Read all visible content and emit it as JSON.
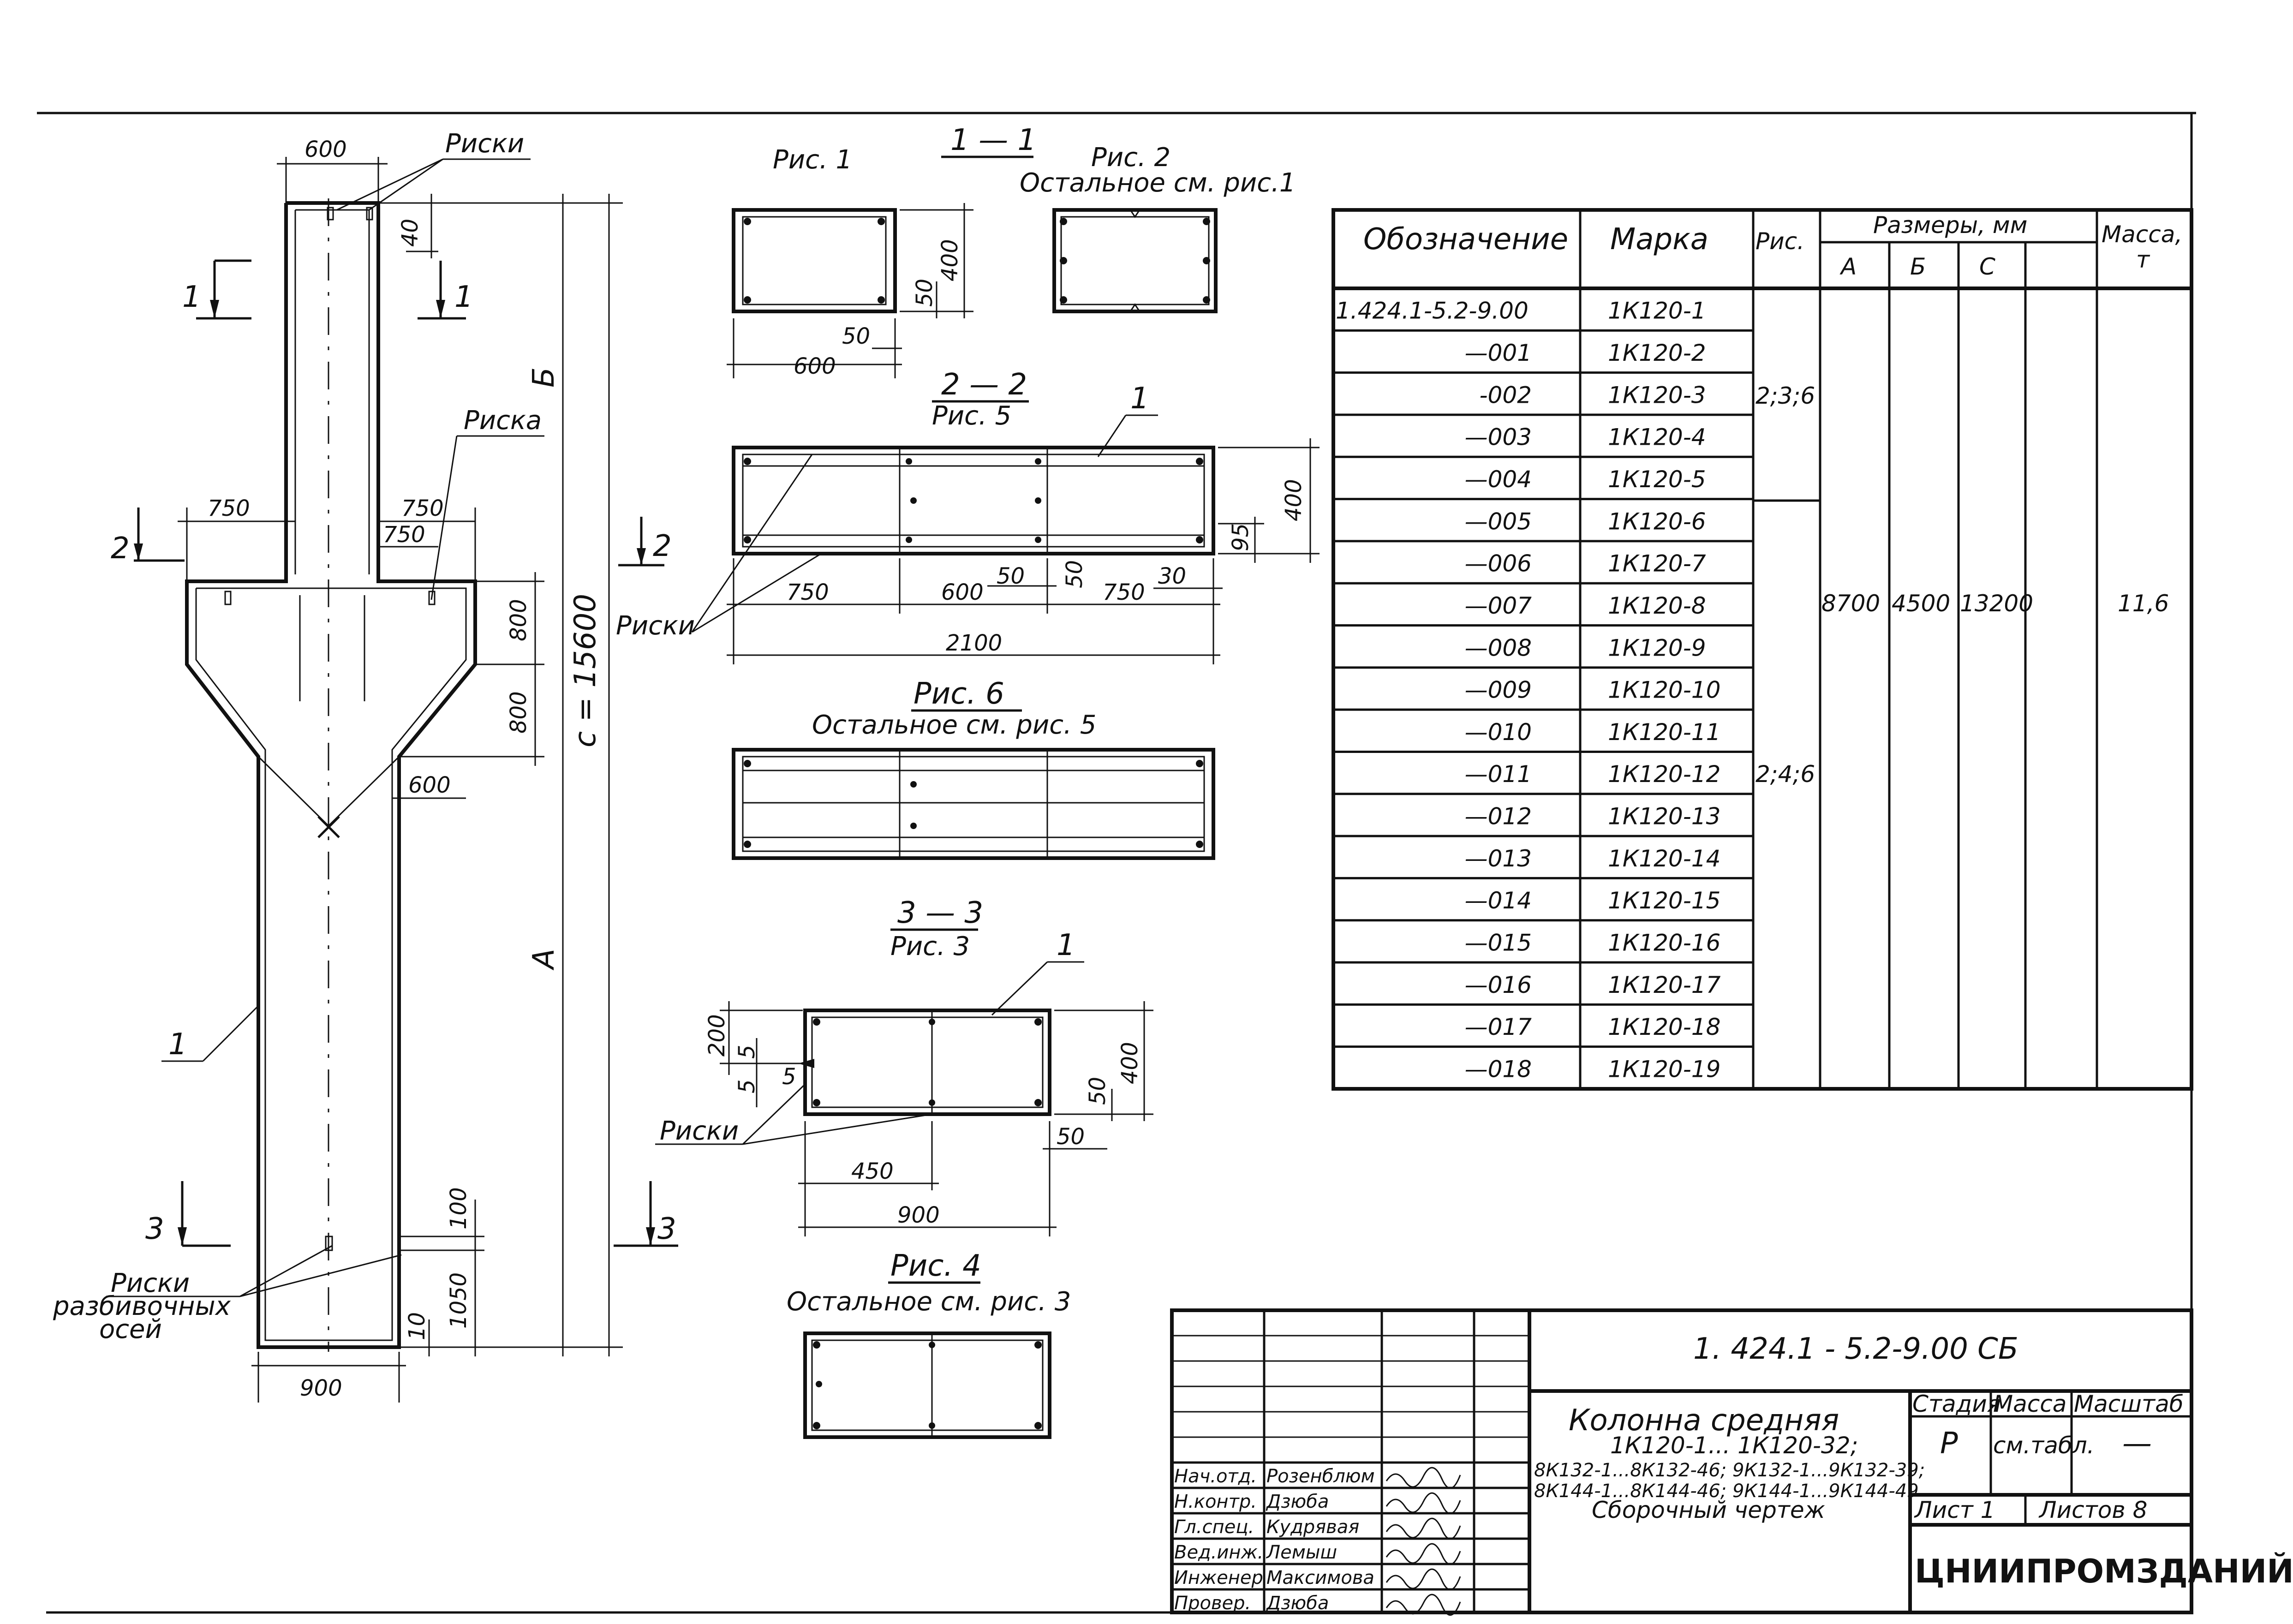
{
  "labels": {
    "riski": "Риски",
    "riska": "Риска",
    "riski_razbiv_1": "Риски",
    "riski_razbiv_2": "разбивочных",
    "riski_razbiv_3": "осей",
    "ris1": "Рис. 1",
    "ris2": "Рис. 2",
    "ris2_note": "Остальное см. рис.1",
    "sec11": "1 — 1",
    "sec22": "2 — 2",
    "sec22_ref": "Рис. 5",
    "ris6": "Рис. 6",
    "ris6_note": "Остальное см. рис. 5",
    "sec33": "3 — 3",
    "sec33_ref": "Рис. 3",
    "ris4": "Рис. 4",
    "ris4_note": "Остальное см. рис. 3",
    "pos1": "1",
    "cut1": "1",
    "cut2": "2",
    "cut3": "3",
    "dim_b": "Б",
    "dim_a": "А",
    "dim_c": "c = 15600"
  },
  "dims": {
    "d600": "600",
    "d40": "40",
    "d750": "750",
    "d800": "800",
    "d900": "900",
    "d100": "100",
    "d10": "10",
    "d1050": "1050",
    "d400": "400",
    "d50": "50",
    "d30": "30",
    "d95": "95",
    "d2100": "2100",
    "d200": "200",
    "d5": "5",
    "d450": "450"
  },
  "table": {
    "headers": {
      "designation": "Обозначение",
      "mark": "Марка",
      "fig": "Рис.",
      "sizes": "Размеры, мм",
      "a": "А",
      "b": "Б",
      "c": "С",
      "mass": "Масса,",
      "mass_unit": "т"
    },
    "rows": [
      {
        "designation": "1.424.1-5.2-9.00",
        "mark": "1К120-1"
      },
      {
        "designation": "—001",
        "mark": "1К120-2"
      },
      {
        "designation": "-002",
        "mark": "1К120-3"
      },
      {
        "designation": "—003",
        "mark": "1К120-4"
      },
      {
        "designation": "—004",
        "mark": "1К120-5"
      },
      {
        "designation": "—005",
        "mark": "1К120-6"
      },
      {
        "designation": "—006",
        "mark": "1К120-7"
      },
      {
        "designation": "—007",
        "mark": "1К120-8"
      },
      {
        "designation": "—008",
        "mark": "1К120-9"
      },
      {
        "designation": "—009",
        "mark": "1К120-10"
      },
      {
        "designation": "—010",
        "mark": "1К120-11"
      },
      {
        "designation": "—011",
        "mark": "1К120-12"
      },
      {
        "designation": "—012",
        "mark": "1К120-13"
      },
      {
        "designation": "—013",
        "mark": "1К120-14"
      },
      {
        "designation": "—014",
        "mark": "1К120-15"
      },
      {
        "designation": "—015",
        "mark": "1К120-16"
      },
      {
        "designation": "—016",
        "mark": "1К120-17"
      },
      {
        "designation": "—017",
        "mark": "1К120-18"
      },
      {
        "designation": "—018",
        "mark": "1К120-19"
      }
    ],
    "fig_group1": "2;3;6",
    "fig_group2": "2;4;6",
    "a_value": "8700",
    "b_value": "4500",
    "c_value": "13200",
    "mass_value": "11,6"
  },
  "title_block": {
    "code": "1. 424.1 - 5.2-9.00 СБ",
    "name_lines": [
      "Колонна средняя",
      "1К120-1... 1К120-32;",
      "8К132-1...8К132-46; 9К132-1...9К132-39;",
      "8К144-1...8К144-46; 9К144-1...9К144-49",
      "Сборочный чертеж"
    ],
    "stage_label": "Стадия",
    "mass_label": "Масса",
    "scale_label": "Масштаб",
    "stage_value": "Р",
    "mass_value": "см.табл.",
    "scale_value": "—",
    "sheet_label": "Лист 1",
    "sheets_label": "Листов 8",
    "org": "ЦНИИПРОМЗДАНИЙ",
    "roles": [
      {
        "role": "Нач.отд.",
        "name": "Розенблюм"
      },
      {
        "role": "Н.контр.",
        "name": "Дзюба"
      },
      {
        "role": "Гл.спец.",
        "name": "Кудрявая"
      },
      {
        "role": "Вед.инж.",
        "name": "Лемыш"
      },
      {
        "role": "Инженер",
        "name": "Максимова"
      },
      {
        "role": "Провер.",
        "name": "Дзюба"
      }
    ]
  }
}
